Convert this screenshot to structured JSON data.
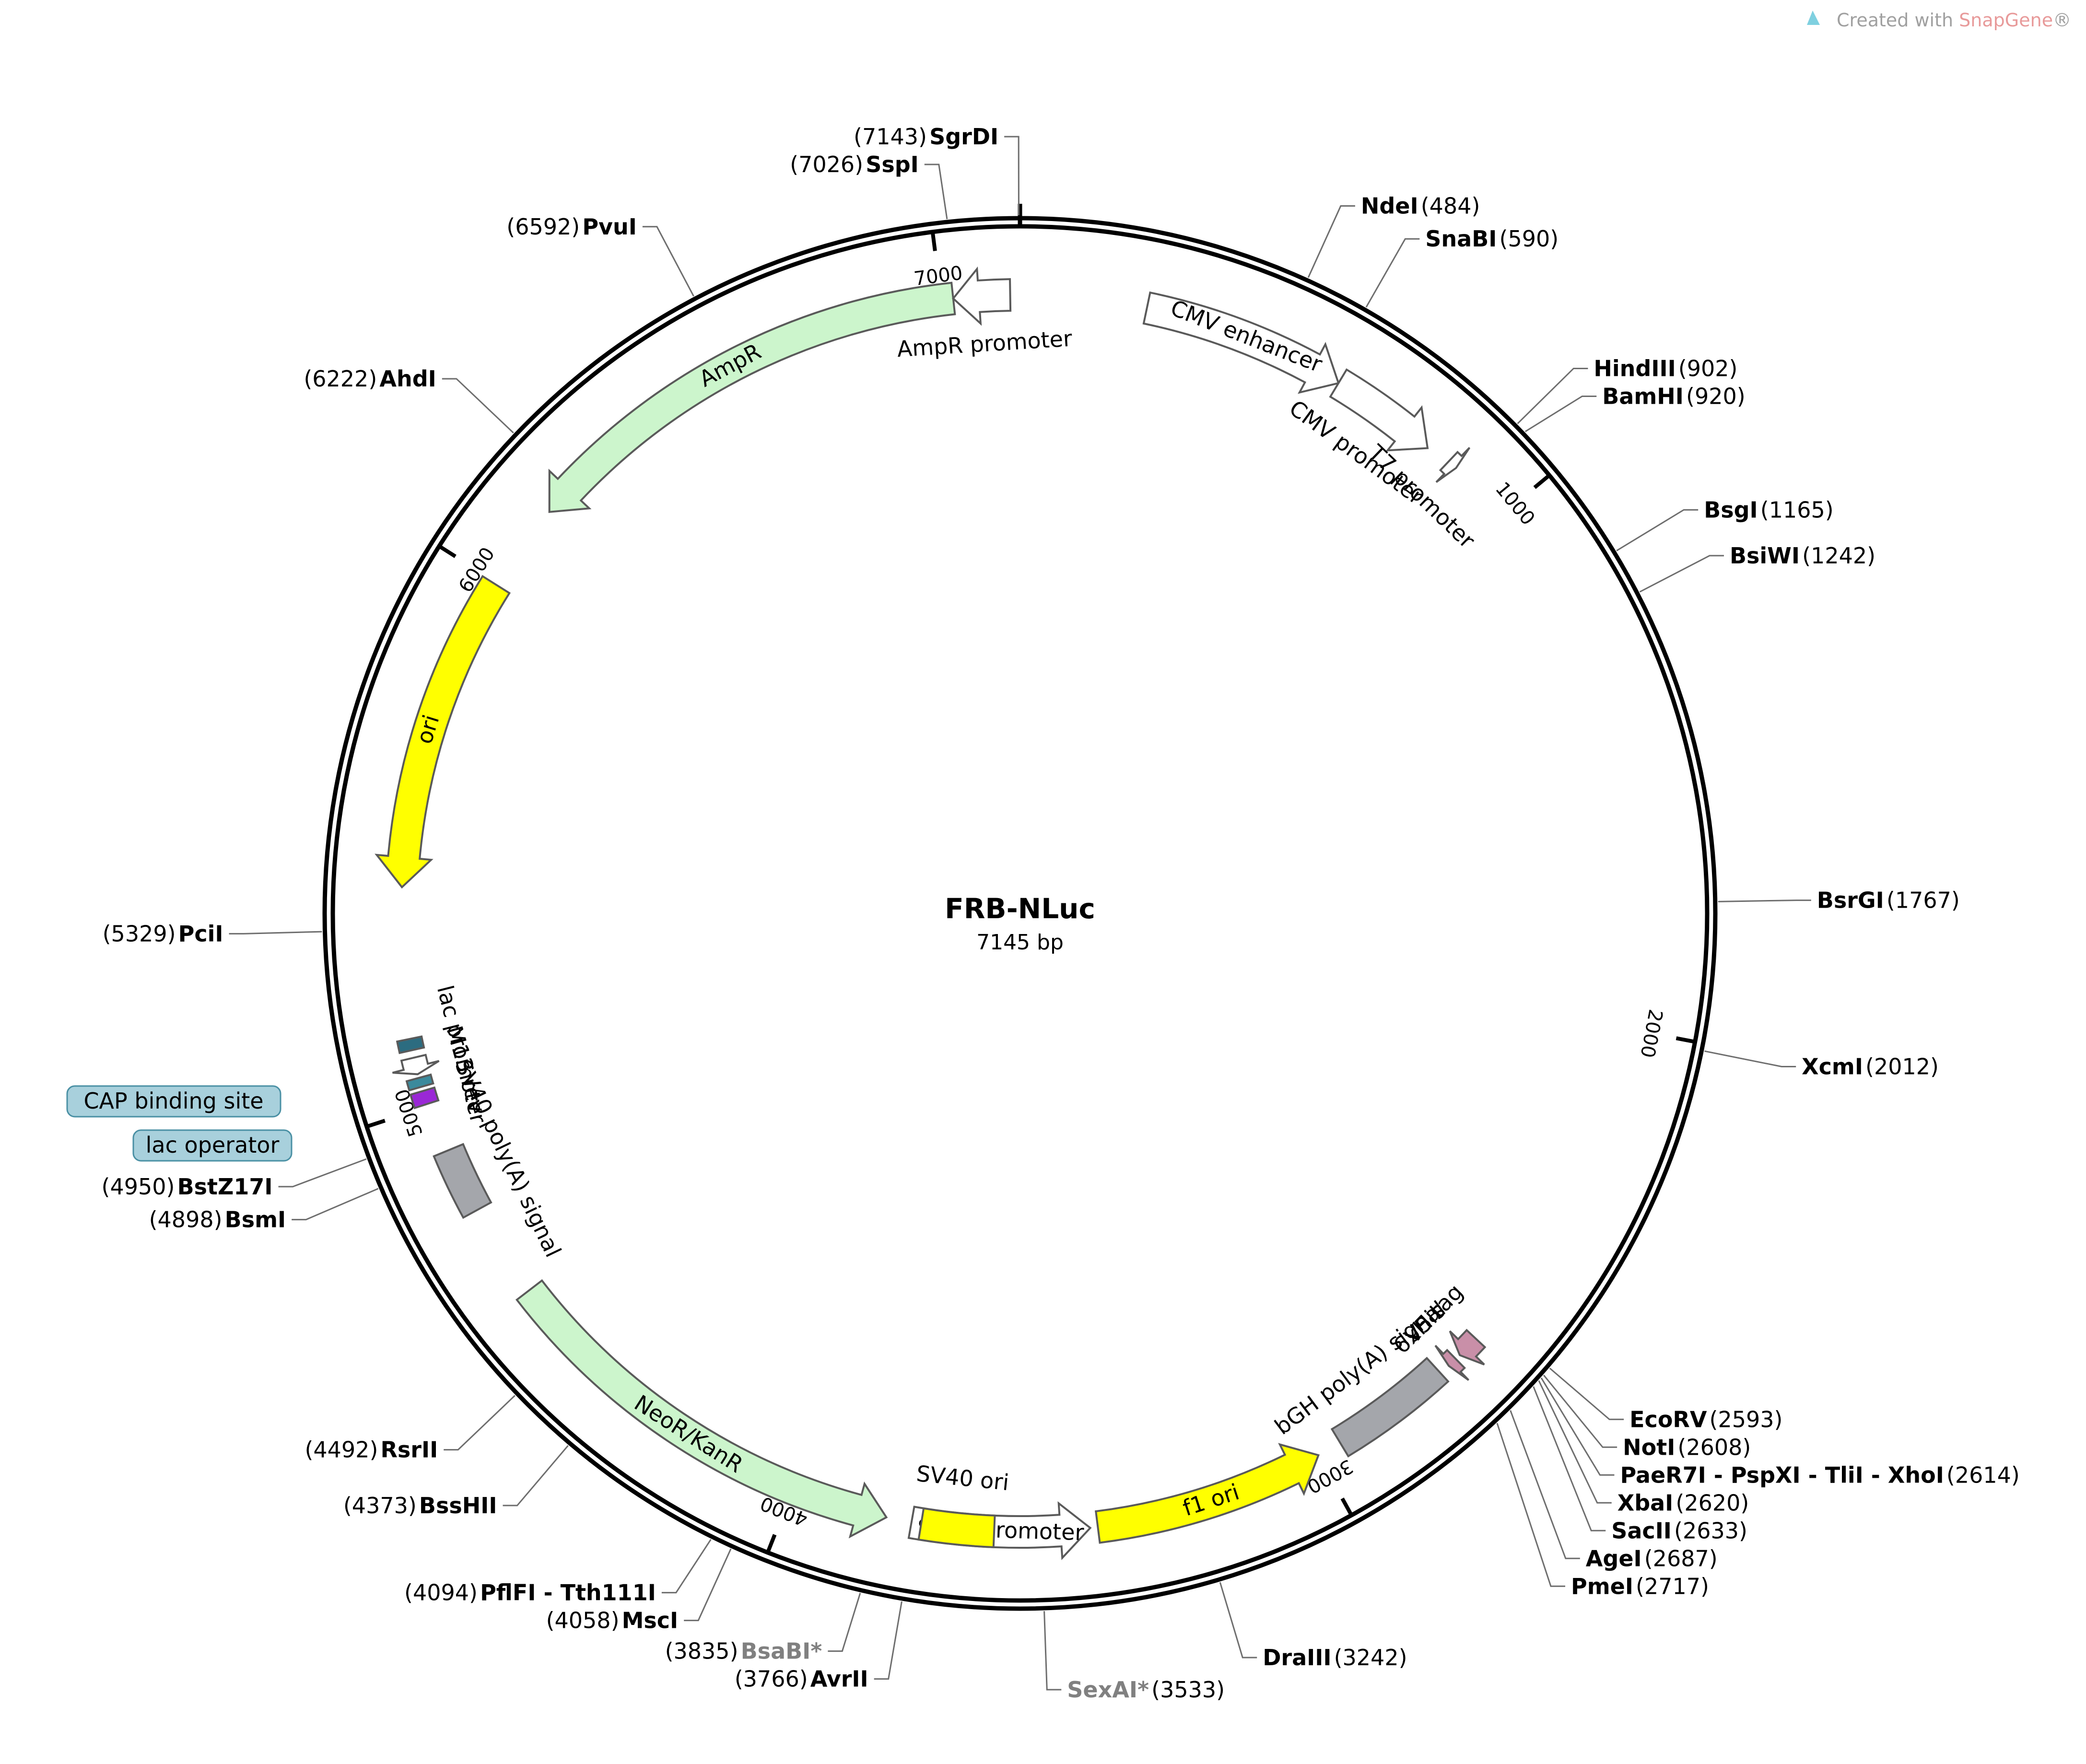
{
  "watermark": {
    "prefix": "Created with ",
    "brand": "SnapGene",
    "suffix": "®"
  },
  "plasmid": {
    "name": "FRB-NLuc",
    "size_label": "7145 bp",
    "length": 7145
  },
  "ticks": [
    {
      "pos": 1000,
      "label": "1000"
    },
    {
      "pos": 2000,
      "label": "2000"
    },
    {
      "pos": 3000,
      "label": "3000"
    },
    {
      "pos": 4000,
      "label": "4000"
    },
    {
      "pos": 5000,
      "label": "5000"
    },
    {
      "pos": 6000,
      "label": "6000"
    },
    {
      "pos": 7000,
      "label": "7000"
    }
  ],
  "sites": [
    {
      "name": "SgrDI",
      "pos_label": "(7143)",
      "pos": 7143,
      "side": "right"
    },
    {
      "name": "SspI",
      "pos_label": "(7026)",
      "pos": 7026,
      "side": "left"
    },
    {
      "name": "NdeI",
      "pos_label": "(484)",
      "pos": 484,
      "side": "right"
    },
    {
      "name": "SnaBI",
      "pos_label": "(590)",
      "pos": 590,
      "side": "right"
    },
    {
      "name": "HindIII",
      "pos_label": "(902)",
      "pos": 902,
      "side": "right"
    },
    {
      "name": "BamHI",
      "pos_label": "(920)",
      "pos": 920,
      "side": "right"
    },
    {
      "name": "BsgI",
      "pos_label": "(1165)",
      "pos": 1165,
      "side": "right"
    },
    {
      "name": "BsiWI",
      "pos_label": "(1242)",
      "pos": 1242,
      "side": "right"
    },
    {
      "name": "BsrGI",
      "pos_label": "(1767)",
      "pos": 1767,
      "side": "right"
    },
    {
      "name": "XcmI",
      "pos_label": "(2012)",
      "pos": 2012,
      "side": "right"
    },
    {
      "name": "EcoRV",
      "pos_label": "(2593)",
      "pos": 2593,
      "side": "right"
    },
    {
      "name": "NotI",
      "pos_label": "(2608)",
      "pos": 2608,
      "side": "right"
    },
    {
      "name": "PaeR7I - PspXI - TliI - XhoI",
      "pos_label": "(2614)",
      "pos": 2614,
      "side": "right"
    },
    {
      "name": "XbaI",
      "pos_label": "(2620)",
      "pos": 2620,
      "side": "right"
    },
    {
      "name": "SacII",
      "pos_label": "(2633)",
      "pos": 2633,
      "side": "right"
    },
    {
      "name": "AgeI",
      "pos_label": "(2687)",
      "pos": 2687,
      "side": "right"
    },
    {
      "name": "PmeI",
      "pos_label": "(2717)",
      "pos": 2717,
      "side": "right"
    },
    {
      "name": "DraIII",
      "pos_label": "(3242)",
      "pos": 3242,
      "side": "right"
    },
    {
      "name": "SexAI*",
      "pos_label": "(3533)",
      "pos": 3533,
      "side": "right",
      "star": true
    },
    {
      "name": "AvrII",
      "pos_label": "(3766)",
      "pos": 3766,
      "side": "left"
    },
    {
      "name": "BsaBI*",
      "pos_label": "(3835)",
      "pos": 3835,
      "side": "left",
      "star": true
    },
    {
      "name": "MscI",
      "pos_label": "(4058)",
      "pos": 4058,
      "side": "left"
    },
    {
      "name": "PflFI - Tth111I",
      "pos_label": "(4094)",
      "pos": 4094,
      "side": "left"
    },
    {
      "name": "BssHII",
      "pos_label": "(4373)",
      "pos": 4373,
      "side": "left"
    },
    {
      "name": "RsrII",
      "pos_label": "(4492)",
      "pos": 4492,
      "side": "left"
    },
    {
      "name": "BsmI",
      "pos_label": "(4898)",
      "pos": 4898,
      "side": "left"
    },
    {
      "name": "BstZ17I",
      "pos_label": "(4950)",
      "pos": 4950,
      "side": "left"
    },
    {
      "name": "PciI",
      "pos_label": "(5329)",
      "pos": 5329,
      "side": "left"
    },
    {
      "name": "AhdI",
      "pos_label": "(6222)",
      "pos": 6222,
      "side": "left"
    },
    {
      "name": "PvuI",
      "pos_label": "(6592)",
      "pos": 6592,
      "side": "left"
    }
  ],
  "features": [
    {
      "name": "CMV enhancer",
      "start": 235,
      "end": 615,
      "color": "#ffffff",
      "dir": "cw"
    },
    {
      "name": "CMV promoter",
      "start": 615,
      "end": 818,
      "color": "#ffffff",
      "dir": "cw"
    },
    {
      "name": "T7 promoter",
      "start": 863,
      "end": 881,
      "color": "#ffffff",
      "dir": "cw"
    },
    {
      "name": "V5 tag",
      "start": 2640,
      "end": 2682,
      "color": "#c98fa8",
      "dir": "cw"
    },
    {
      "name": "6xHis",
      "start": 2692,
      "end": 2710,
      "color": "#c98fa8",
      "dir": "cw"
    },
    {
      "name": "bGH poly(A) signal",
      "start": 2730,
      "end": 2954,
      "color": "#a4a6ab",
      "dir": "none"
    },
    {
      "name": "f1 ori",
      "start": 3000,
      "end": 3429,
      "color": "#ffff00",
      "dir": "ccw"
    },
    {
      "name": "SV40 promoter",
      "start": 3443,
      "end": 3773,
      "color": "#ffffff",
      "dir": "ccw"
    },
    {
      "name": "SV40 ori",
      "start": 3620,
      "end": 3755,
      "color": "#ffff00",
      "dir": "none"
    },
    {
      "name": "NeoR/KanR",
      "start": 3820,
      "end": 4614,
      "color": "#ccf5cc",
      "dir": "ccw"
    },
    {
      "name": "SV40 poly(A) signal",
      "start": 4790,
      "end": 4912,
      "color": "#a4a6ab",
      "dir": "none"
    },
    {
      "name": "lac operator",
      "start": 5005,
      "end": 5030,
      "color": "#9a28d6",
      "dir": "none"
    },
    {
      "name": "M13 rev",
      "start": 5038,
      "end": 5055,
      "color": "#3b8a9c",
      "dir": "none"
    },
    {
      "name": "lac promoter",
      "start": 5062,
      "end": 5093,
      "color": "#ffffff",
      "dir": "ccw"
    },
    {
      "name": "CAP binding site",
      "start": 5107,
      "end": 5128,
      "color": "#2c6c80",
      "dir": "none"
    },
    {
      "name": "ori",
      "start": 5407,
      "end": 5996,
      "color": "#ffff00",
      "dir": "ccw"
    },
    {
      "name": "AmpR",
      "start": 6162,
      "end": 7022,
      "color": "#ccf5cc",
      "dir": "ccw"
    },
    {
      "name": "AmpR promoter",
      "start": 7022,
      "end": 7127,
      "color": "#ffffff",
      "dir": "ccw"
    }
  ],
  "callouts": {
    "cap": "CAP binding site",
    "lacop": "lac operator"
  }
}
